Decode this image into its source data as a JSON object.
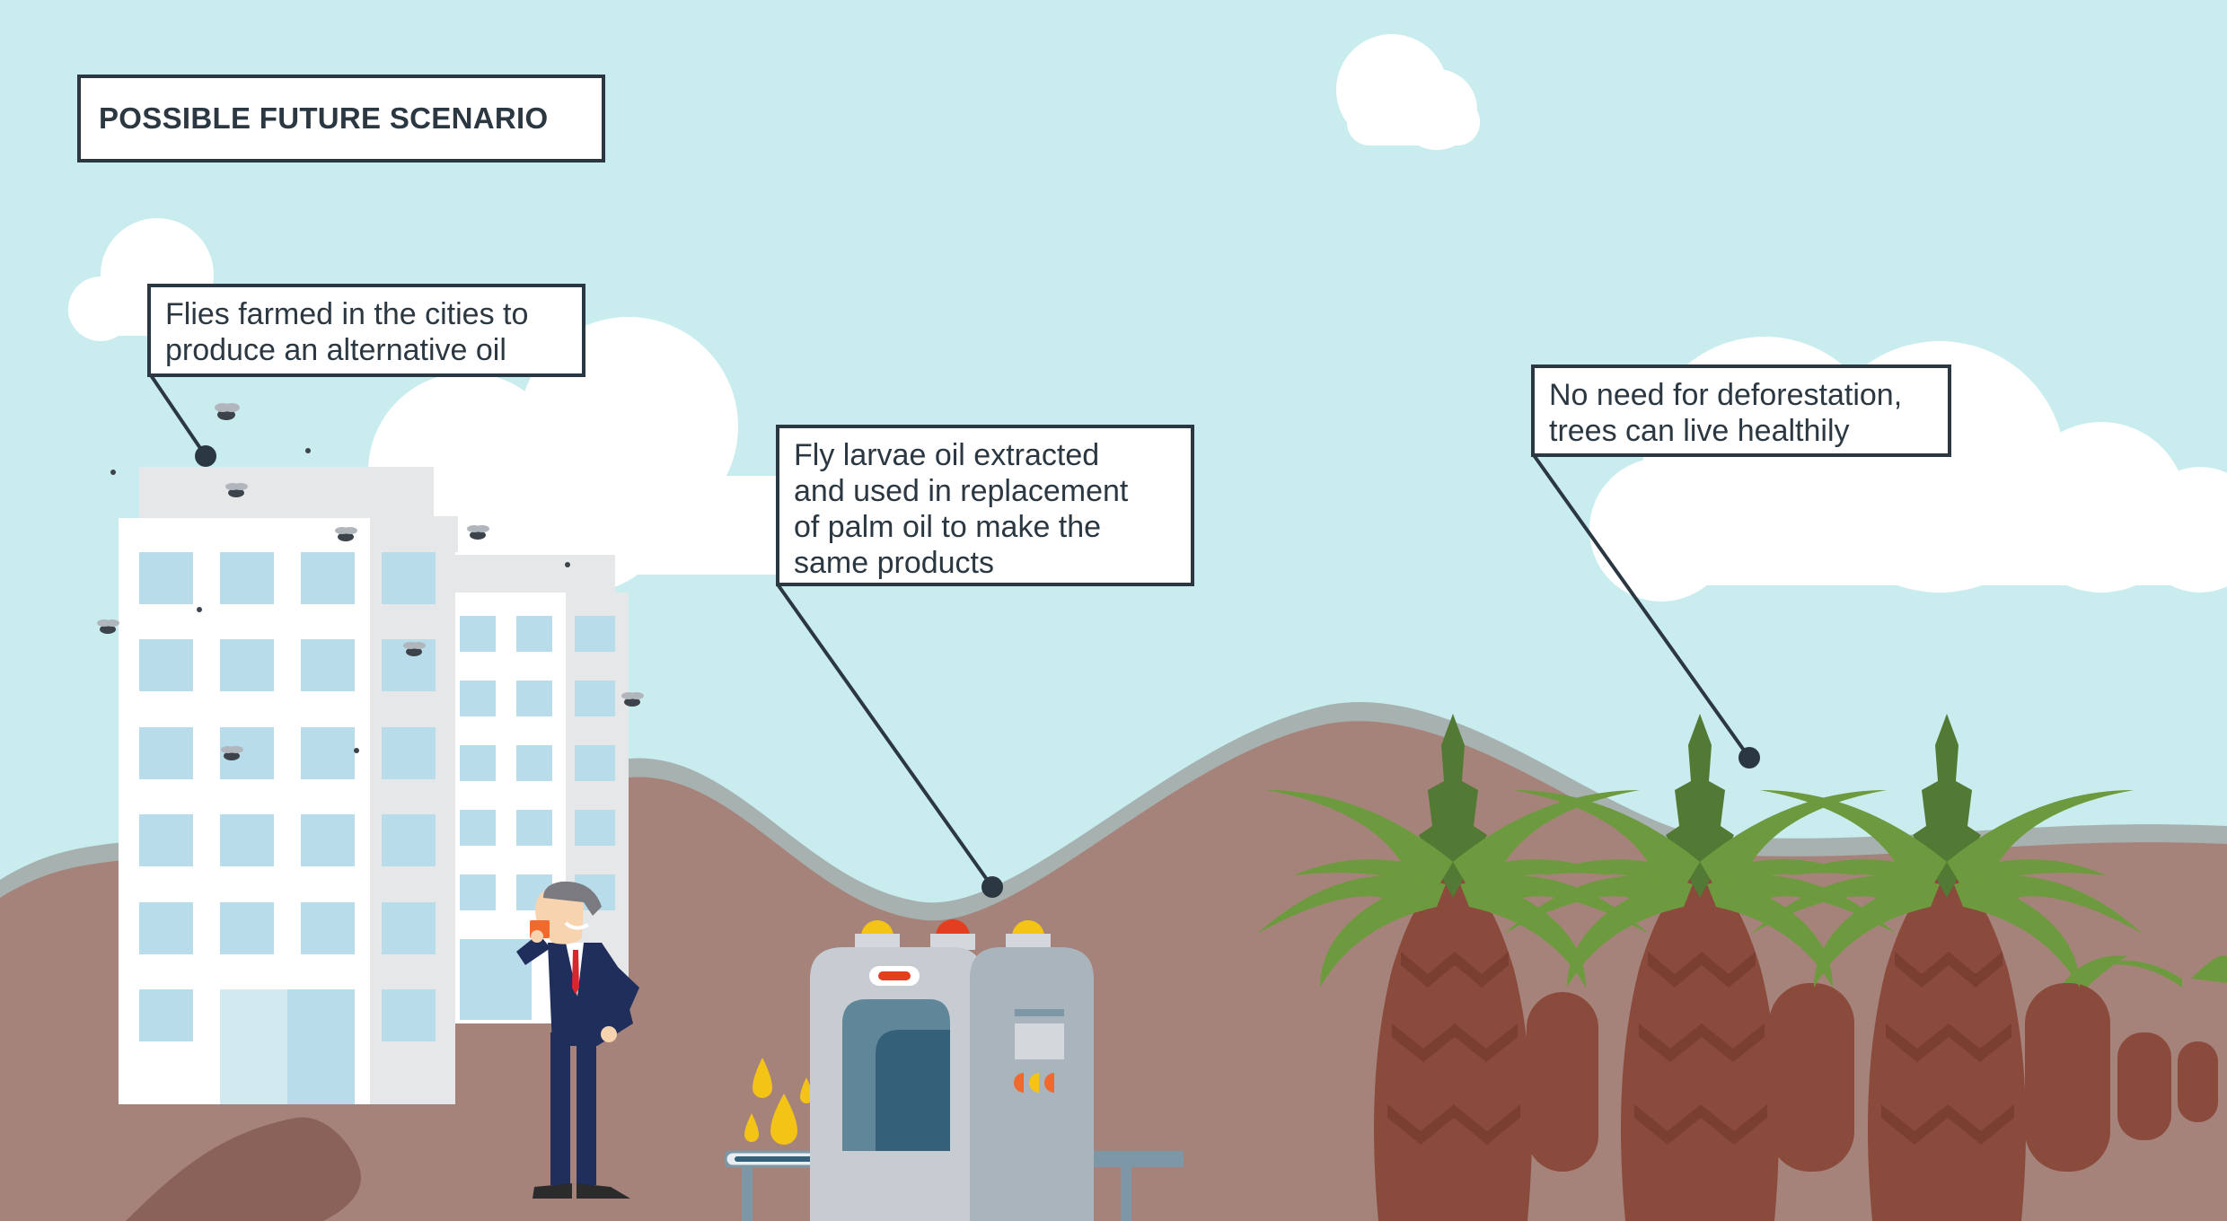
{
  "title": "POSSIBLE FUTURE SCENARIO",
  "callouts": {
    "flies": {
      "lines": [
        "Flies farmed in the cities to",
        "produce an alternative oil"
      ]
    },
    "larvae": {
      "lines": [
        "Fly larvae oil extracted",
        "and used in replacement",
        "of palm oil to make the",
        "same products"
      ]
    },
    "trees": {
      "lines": [
        "No need for deforestation,",
        "trees can live healthily"
      ]
    }
  },
  "colors": {
    "sky": "#c9ecee",
    "cloud": "#ffffff",
    "hill_far": "#a6837a",
    "hill_ridge": "#a7b2b0",
    "ground_dark": "#8a625a",
    "building": "#ffffff",
    "building_shade": "#e6e7e9",
    "window": "#b8dcea",
    "palm_trunk": "#8a4a3c",
    "palm_leaf": "#6e9a3f",
    "palm_leaf_dark": "#527a34",
    "machine": "#c7ccd2",
    "machine_dark": "#34607a",
    "oil_drop": "#f3c316",
    "outline": "#2b3741"
  },
  "icons": [
    "fly-icon",
    "oil-drop-icon",
    "palm-tree-icon",
    "building-icon",
    "businessman-figure",
    "extraction-machine",
    "cloud-icon"
  ]
}
